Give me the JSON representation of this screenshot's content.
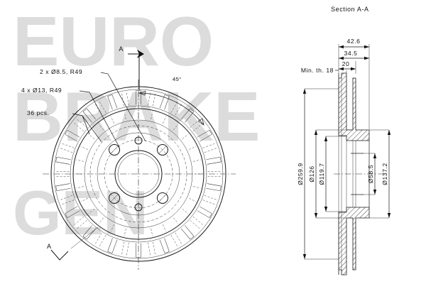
{
  "drawing": {
    "title": "Brake disc technical drawing",
    "watermark": {
      "line1": "EURO",
      "line2": "BRAKE",
      "line3": "GEN",
      "color": "#dcdcdc"
    },
    "section_title": "Section A-A",
    "section_marks": [
      {
        "label": "A"
      },
      {
        "label": "A"
      }
    ]
  },
  "front_view": {
    "callouts": [
      {
        "id": "holes-small",
        "text": "2 x Ø8.5, R49"
      },
      {
        "id": "holes-bolt",
        "text": "4 x Ø13, R49"
      },
      {
        "id": "vanes",
        "text": "36 pcs."
      }
    ],
    "angle_note": "45°",
    "vane_count": 36,
    "bolt_holes": 4,
    "small_holes": 2
  },
  "section_view": {
    "title": "Section A-A",
    "min_thickness_note": "Min. th. 18",
    "horizontal_dims": [
      {
        "id": "overall-width",
        "value": "42.6"
      },
      {
        "id": "hat-offset",
        "value": "34.5"
      },
      {
        "id": "inner-step",
        "value": "20"
      }
    ],
    "vertical_dims": [
      {
        "id": "outer-dia",
        "value": "Ø259.9"
      },
      {
        "id": "vent-dia",
        "value": "Ø126"
      },
      {
        "id": "hat-dia",
        "value": "Ø119.7"
      },
      {
        "id": "bore-dia",
        "value": "Ø58.5"
      },
      {
        "id": "flange-dia",
        "value": "Ø137.2"
      }
    ]
  },
  "colors": {
    "line": "#1a1a1a",
    "watermark": "#dcdcdc",
    "background": "#ffffff"
  }
}
